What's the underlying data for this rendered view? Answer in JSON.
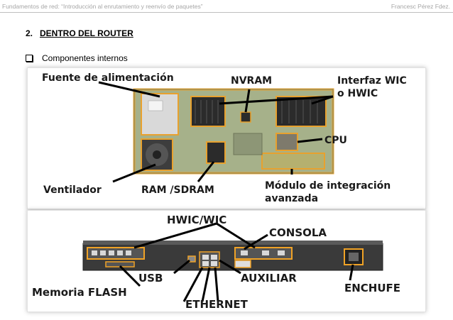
{
  "header": {
    "left_text": "Fundamentos de red: “Introducción al enrutamiento y reenvío de paquetes”",
    "right_text": "Francesc Pérez Fdez."
  },
  "section": {
    "number": "2.",
    "title": "DENTRO DEL ROUTER"
  },
  "bullet": {
    "text": "Componentes internos"
  },
  "figure1": {
    "labels": {
      "power_supply": "Fuente de alimentación",
      "nvram": "NVRAM",
      "wic_line1": "Interfaz WIC",
      "wic_line2": "o HWIC",
      "cpu": "CPU",
      "fan": "Ventilador",
      "ram": "RAM /SDRAM",
      "module_line1": "Módulo de integración",
      "module_line2": "avanzada"
    },
    "colors": {
      "board": "#a6b18a",
      "highlight": "#e8a12e",
      "chip": "#2b2b2b"
    }
  },
  "figure2": {
    "labels": {
      "hwic": "HWIC/WIC",
      "console": "CONSOLA",
      "usb": "USB",
      "auxiliary": "AUXILIAR",
      "flash": "Memoria FLASH",
      "power_plug": "ENCHUFE",
      "ethernet": "ETHERNET"
    },
    "colors": {
      "chassis": "#3a3a3a",
      "highlight": "#f0a226"
    }
  }
}
